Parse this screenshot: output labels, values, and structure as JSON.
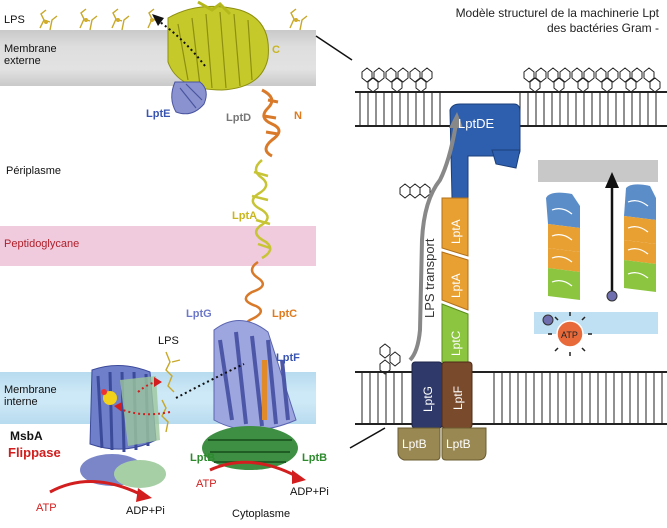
{
  "title": {
    "line1": "Modèle structurel de la machinerie Lpt",
    "line2": "des bactéries Gram -"
  },
  "left_panel": {
    "lps_top": "LPS",
    "outer_membrane": {
      "line1": "Membrane",
      "line2": "externe"
    },
    "periplasm": "Périplasme",
    "peptidoglycan": "Peptidoglycane",
    "inner_membrane": {
      "line1": "Membrane",
      "line2": "interne"
    },
    "cytoplasm": "Cytoplasme",
    "msba": "MsbA",
    "flippase": "Flippase",
    "lps_mid": "LPS",
    "atp_left": "ATP",
    "adp_left": "ADP+Pi",
    "atp_right": "ATP",
    "adp_right": "ADP+Pi",
    "proteins": {
      "lpte": "LptE",
      "lptd": "LptD",
      "c_term": "C",
      "n_term": "N",
      "lpta": "LptA",
      "lptg": "LptG",
      "lptc": "LptC",
      "lptf": "LptF",
      "lptb_left": "LptB",
      "lptb_right": "LptB"
    }
  },
  "right_panel": {
    "lptde": "LptDE",
    "lpta_1": "LptA",
    "lpta_2": "LptA",
    "lptc": "LptC",
    "lptg": "LptG",
    "lptf": "LptF",
    "lptb_1": "LptB",
    "lptb_2": "LptB",
    "transport": "LPS transport",
    "atp": "ATP"
  },
  "colors": {
    "membrane_gray": "#d2d2d2",
    "membrane_blue": "#bfe0f2",
    "peptidoglycan_pink": "#efc7dc",
    "lptde_blue": "#2e5fae",
    "lpta_orange": "#e8a033",
    "lptc_green": "#8cc53f",
    "lptg_navy": "#2f3a6b",
    "lptf_brown": "#7a4a2c",
    "lptb_khaki": "#9a8852",
    "red_text": "#d21e1e",
    "green_text": "#2d8a2d",
    "blue_text": "#3a55b0",
    "orange_text": "#e07a1e",
    "yellow_text": "#c9b61e"
  }
}
